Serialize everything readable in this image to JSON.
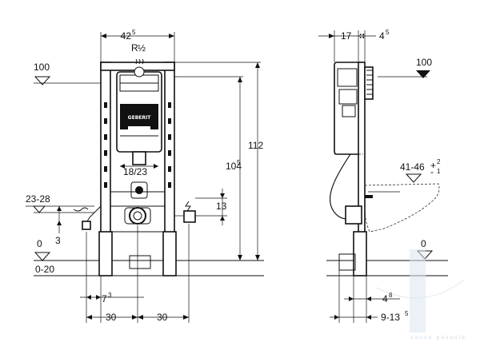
{
  "labels": {
    "width_total": "42",
    "width_total_sup": "5",
    "thread": "R",
    "thread_fraction": "½",
    "ref_level_left": "100",
    "height_total": "112",
    "height_actuator": "104",
    "height_actuator_sup": "5",
    "cistern_gap": "18/23",
    "drain_range": "23-28",
    "power_offset": "13",
    "floor_offset": "3",
    "floor_level_left": "0",
    "floor_range": "0-20",
    "pipe_offset": "7",
    "pipe_offset_sup": "3",
    "half_width_left": "30",
    "half_width_right": "30",
    "depth_frame": "17",
    "depth_plate": "4",
    "depth_plate_sup": "5",
    "ref_level_right": "100",
    "bowl_height": "41-46",
    "bowl_tol_plus": "+",
    "bowl_tol_plus_val": "2",
    "bowl_tol_minus": "-",
    "bowl_tol_minus_val": "1",
    "floor_level_right": "0",
    "foot_offset": "4",
    "foot_offset_sup": "8",
    "wall_range": "9-13",
    "wall_range_sup": "5",
    "brand": "GEBERIT",
    "watermark": "vannu pasaule"
  },
  "colors": {
    "line": "#111111",
    "watermark": "#9fb4c8",
    "background": "#ffffff"
  }
}
